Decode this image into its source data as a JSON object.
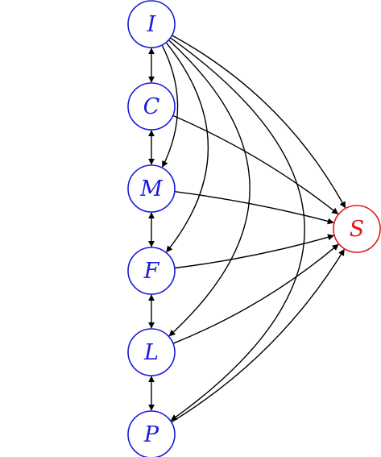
{
  "diagram": {
    "nodes": [
      {
        "id": "I",
        "label": "I",
        "color": "#1a1adb"
      },
      {
        "id": "C",
        "label": "C",
        "color": "#1a1adb"
      },
      {
        "id": "M",
        "label": "M",
        "color": "#1a1adb"
      },
      {
        "id": "F",
        "label": "F",
        "color": "#1a1adb"
      },
      {
        "id": "L",
        "label": "L",
        "color": "#1a1adb"
      },
      {
        "id": "P",
        "label": "P",
        "color": "#1a1adb"
      },
      {
        "id": "S",
        "label": "S",
        "color": "#e01818"
      }
    ],
    "edges": [
      {
        "from": "I",
        "to": "C",
        "bidirectional": true
      },
      {
        "from": "C",
        "to": "M",
        "bidirectional": true
      },
      {
        "from": "M",
        "to": "F",
        "bidirectional": true
      },
      {
        "from": "F",
        "to": "L",
        "bidirectional": true
      },
      {
        "from": "L",
        "to": "P",
        "bidirectional": true
      },
      {
        "from": "I",
        "to": "M",
        "bidirectional": false
      },
      {
        "from": "I",
        "to": "F",
        "bidirectional": false
      },
      {
        "from": "I",
        "to": "L",
        "bidirectional": false
      },
      {
        "from": "I",
        "to": "P",
        "bidirectional": false
      },
      {
        "from": "I",
        "to": "S",
        "bidirectional": false
      },
      {
        "from": "C",
        "to": "S",
        "bidirectional": false
      },
      {
        "from": "M",
        "to": "S",
        "bidirectional": false
      },
      {
        "from": "F",
        "to": "S",
        "bidirectional": false
      },
      {
        "from": "L",
        "to": "S",
        "bidirectional": false
      },
      {
        "from": "P",
        "to": "S",
        "bidirectional": false
      }
    ]
  }
}
